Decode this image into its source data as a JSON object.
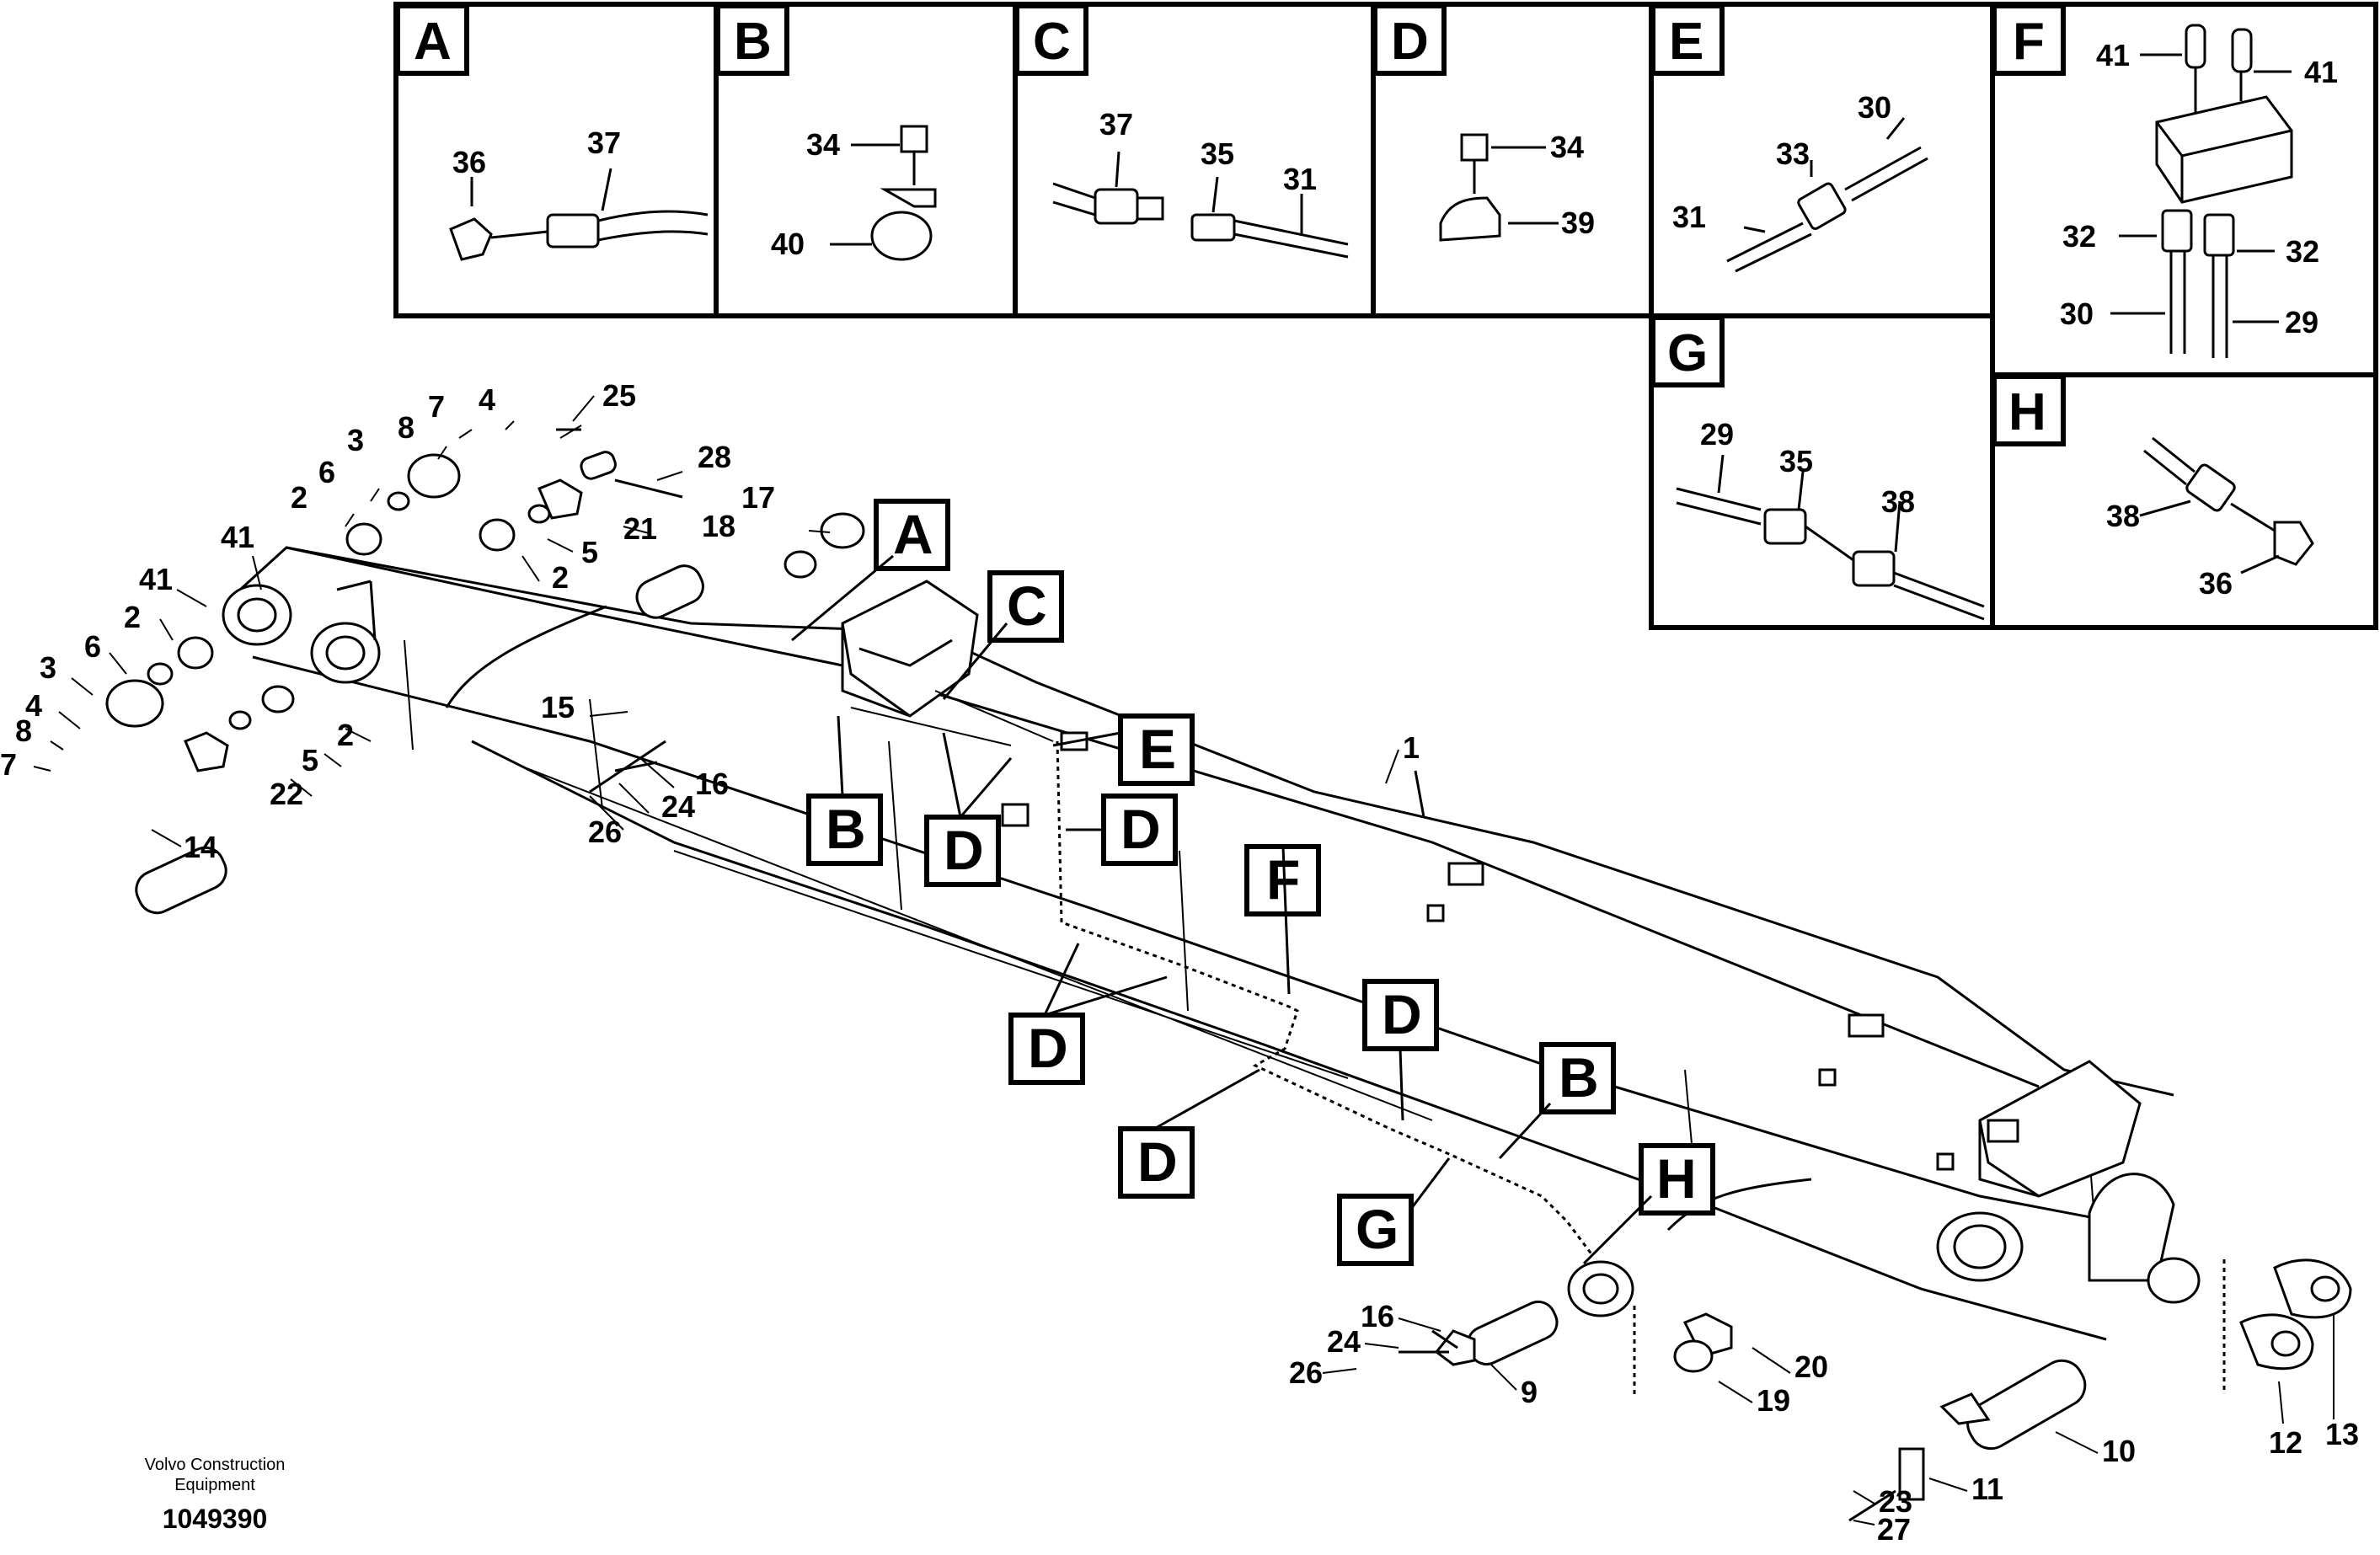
{
  "inset_labels": [
    "A",
    "B",
    "C",
    "D",
    "E",
    "F",
    "G",
    "H"
  ],
  "inset_parts": {
    "A": [
      "36",
      "37"
    ],
    "B": [
      "34",
      "40"
    ],
    "C": [
      "37",
      "35",
      "31"
    ],
    "D": [
      "34",
      "39"
    ],
    "E": [
      "30",
      "33",
      "31"
    ],
    "F": [
      "41",
      "41",
      "32",
      "32",
      "30",
      "29"
    ],
    "G": [
      "29",
      "35",
      "38"
    ],
    "H": [
      "38",
      "36"
    ]
  },
  "callouts": [
    "A",
    "C",
    "E",
    "B",
    "D",
    "D",
    "F",
    "D",
    "D",
    "D",
    "B",
    "H",
    "G"
  ],
  "part_numbers": [
    "25",
    "4",
    "7",
    "8",
    "3",
    "28",
    "6",
    "2",
    "17",
    "21",
    "41",
    "18",
    "5",
    "2",
    "41",
    "2",
    "6",
    "3",
    "4",
    "8",
    "7",
    "15",
    "5",
    "2",
    "22",
    "16",
    "24",
    "26",
    "14",
    "1",
    "16",
    "24",
    "26",
    "9",
    "20",
    "19",
    "10",
    "11",
    "23",
    "27",
    "12",
    "13"
  ],
  "footer": {
    "brand": "Volvo Construction Equipment",
    "doc_number": "1049390"
  }
}
